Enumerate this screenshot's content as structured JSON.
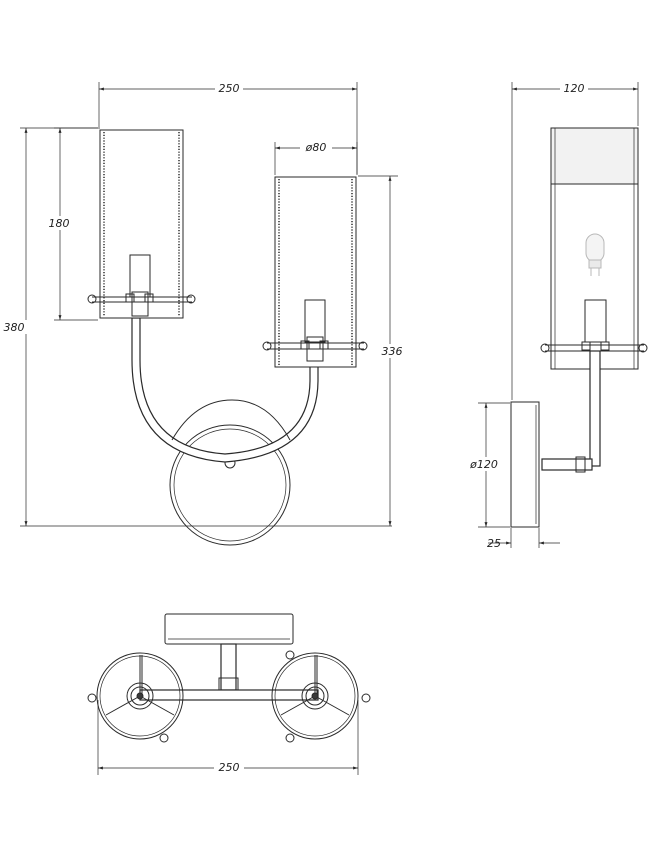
{
  "colors": {
    "line": "#2a2a2a",
    "background": "#ffffff",
    "glass_tint": "#f2f2f2"
  },
  "dimensions": {
    "front_width": "250",
    "front_total_height": "380",
    "shade_height": "180",
    "shade_diameter": "ø80",
    "right_arm_height": "336",
    "side_depth": "120",
    "backplate_diameter": "ø120",
    "backplate_thickness": "25",
    "bottom_width": "250"
  }
}
